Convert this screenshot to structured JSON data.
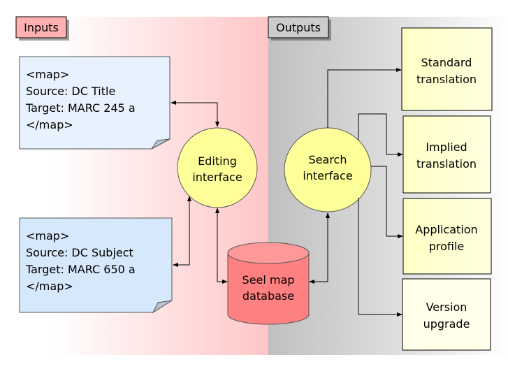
{
  "sections": {
    "inputs_label": "Inputs",
    "outputs_label": "Outputs"
  },
  "inputs": [
    {
      "lines": [
        "<map>",
        "Source: DC Title",
        "Target: MARC 245 a",
        "</map>"
      ]
    },
    {
      "lines": [
        "<map>",
        "Source: DC Subject",
        "Target: MARC 650 a",
        "</map>"
      ]
    }
  ],
  "processes": {
    "editing": [
      "Editing",
      "interface"
    ],
    "search": [
      "Search",
      "interface"
    ]
  },
  "database": [
    "Seel map",
    "database"
  ],
  "outputs": [
    {
      "lines": [
        "Standard",
        "translation"
      ]
    },
    {
      "lines": [
        "Implied",
        "translation"
      ]
    },
    {
      "lines": [
        "Application",
        "profile"
      ]
    },
    {
      "lines": [
        "Version",
        "upgrade"
      ]
    }
  ],
  "colors": {
    "inputs_bg": "#ffc8c8",
    "outputs_bg": "#c0c0c0",
    "label_inputs": "#ffb3b3",
    "label_outputs": "#cccccc",
    "note_fill": "#e8f2fe",
    "note_fill_2": "#d6e8fb",
    "process_fill": "#ffff99",
    "db_fill": "#ff8080",
    "output_fill": "#ffffcc"
  }
}
